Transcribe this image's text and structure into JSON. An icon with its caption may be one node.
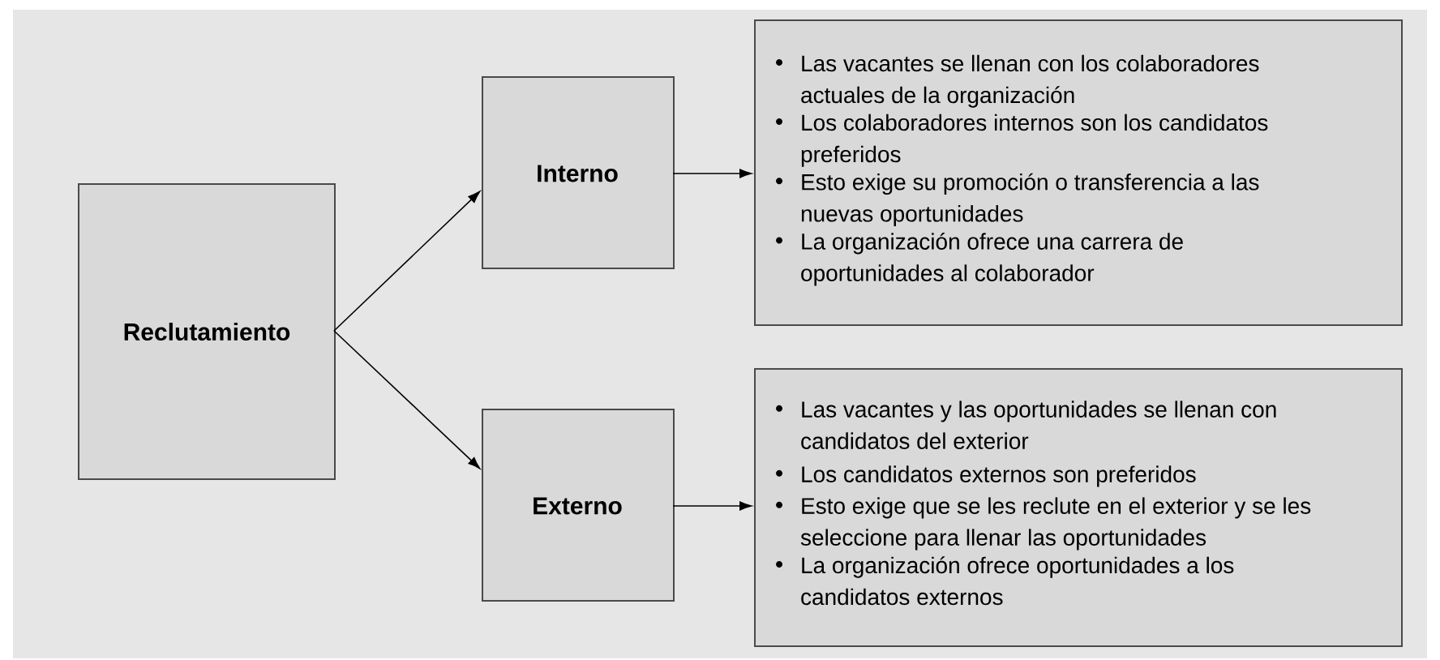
{
  "diagram": {
    "nodes": [
      {
        "text": [
          "Reclutamiento"
        ]
      },
      {
        "text": [
          "Interno"
        ]
      },
      {
        "text": [
          "Externo"
        ]
      },
      {
        "text": [
          "Las vacantes se llenan con los colaboradores actuales de la organización",
          "Los colaboradores internos son los candidatos preferidos",
          "Esto exige su promoción o transferencia a las nuevas oportunidades",
          "La organización ofrece una carrera de oportunidades al colaborador"
        ]
      },
      {
        "text": [
          "Las vacantes y las oportunidades se llenan con candidatos del exterior",
          "Los candidatos externos son preferidos",
          "Esto exige que se les reclute en el exterior y se les seleccione para llenar las oportunidades",
          "La organización ofrece oportunidades a los candidatos externos"
        ]
      }
    ],
    "edges": [
      {
        "from": 0,
        "to": 1,
        "arrow": "to"
      },
      {
        "from": 0,
        "to": 2,
        "arrow": "to"
      },
      {
        "from": 1,
        "to": 3,
        "arrow": "to"
      },
      {
        "from": 2,
        "to": 4,
        "arrow": "to"
      }
    ]
  }
}
